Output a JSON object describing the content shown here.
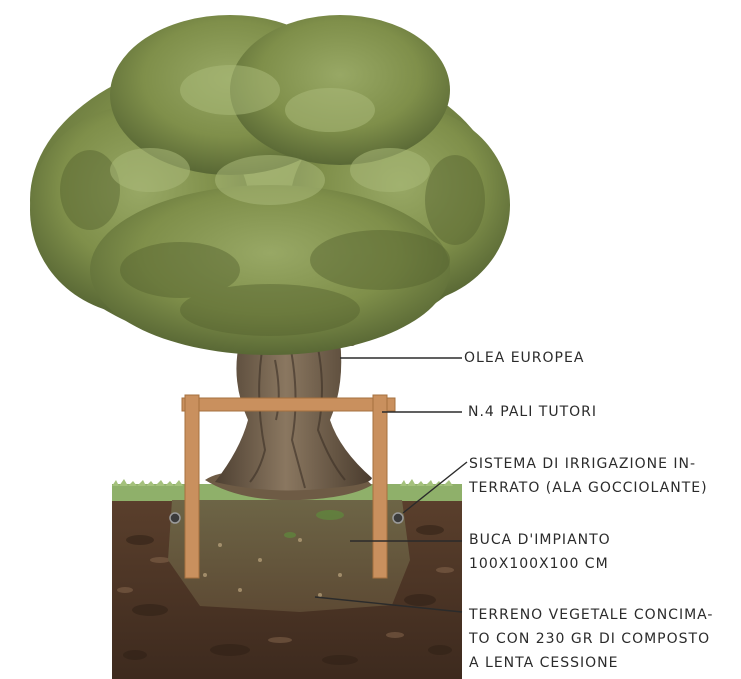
{
  "labels": {
    "olea": "OLEA EUROPEA",
    "pali": "N.4 PALI TUTORI",
    "irrigazione": [
      "SISTEMA DI IRRIGAZIONE IN-",
      "TERRATO (ALA GOCCIOLANTE)"
    ],
    "buca": [
      "BUCA D'IMPIANTO",
      "100X100X100 CM"
    ],
    "terreno": [
      "TERRENO VEGETALE CONCIMA-",
      "TO CON 230 GR DI COMPOSTO",
      "A LENTA CESSIONE"
    ]
  },
  "colors": {
    "foliage": "#7f8f4a",
    "foliage_dark": "#55622f",
    "trunk": "#6b5a45",
    "soil": "#4a3426",
    "grass": "#8fb06a",
    "stake": "#c9905e",
    "leader": "#2b2b2b"
  }
}
